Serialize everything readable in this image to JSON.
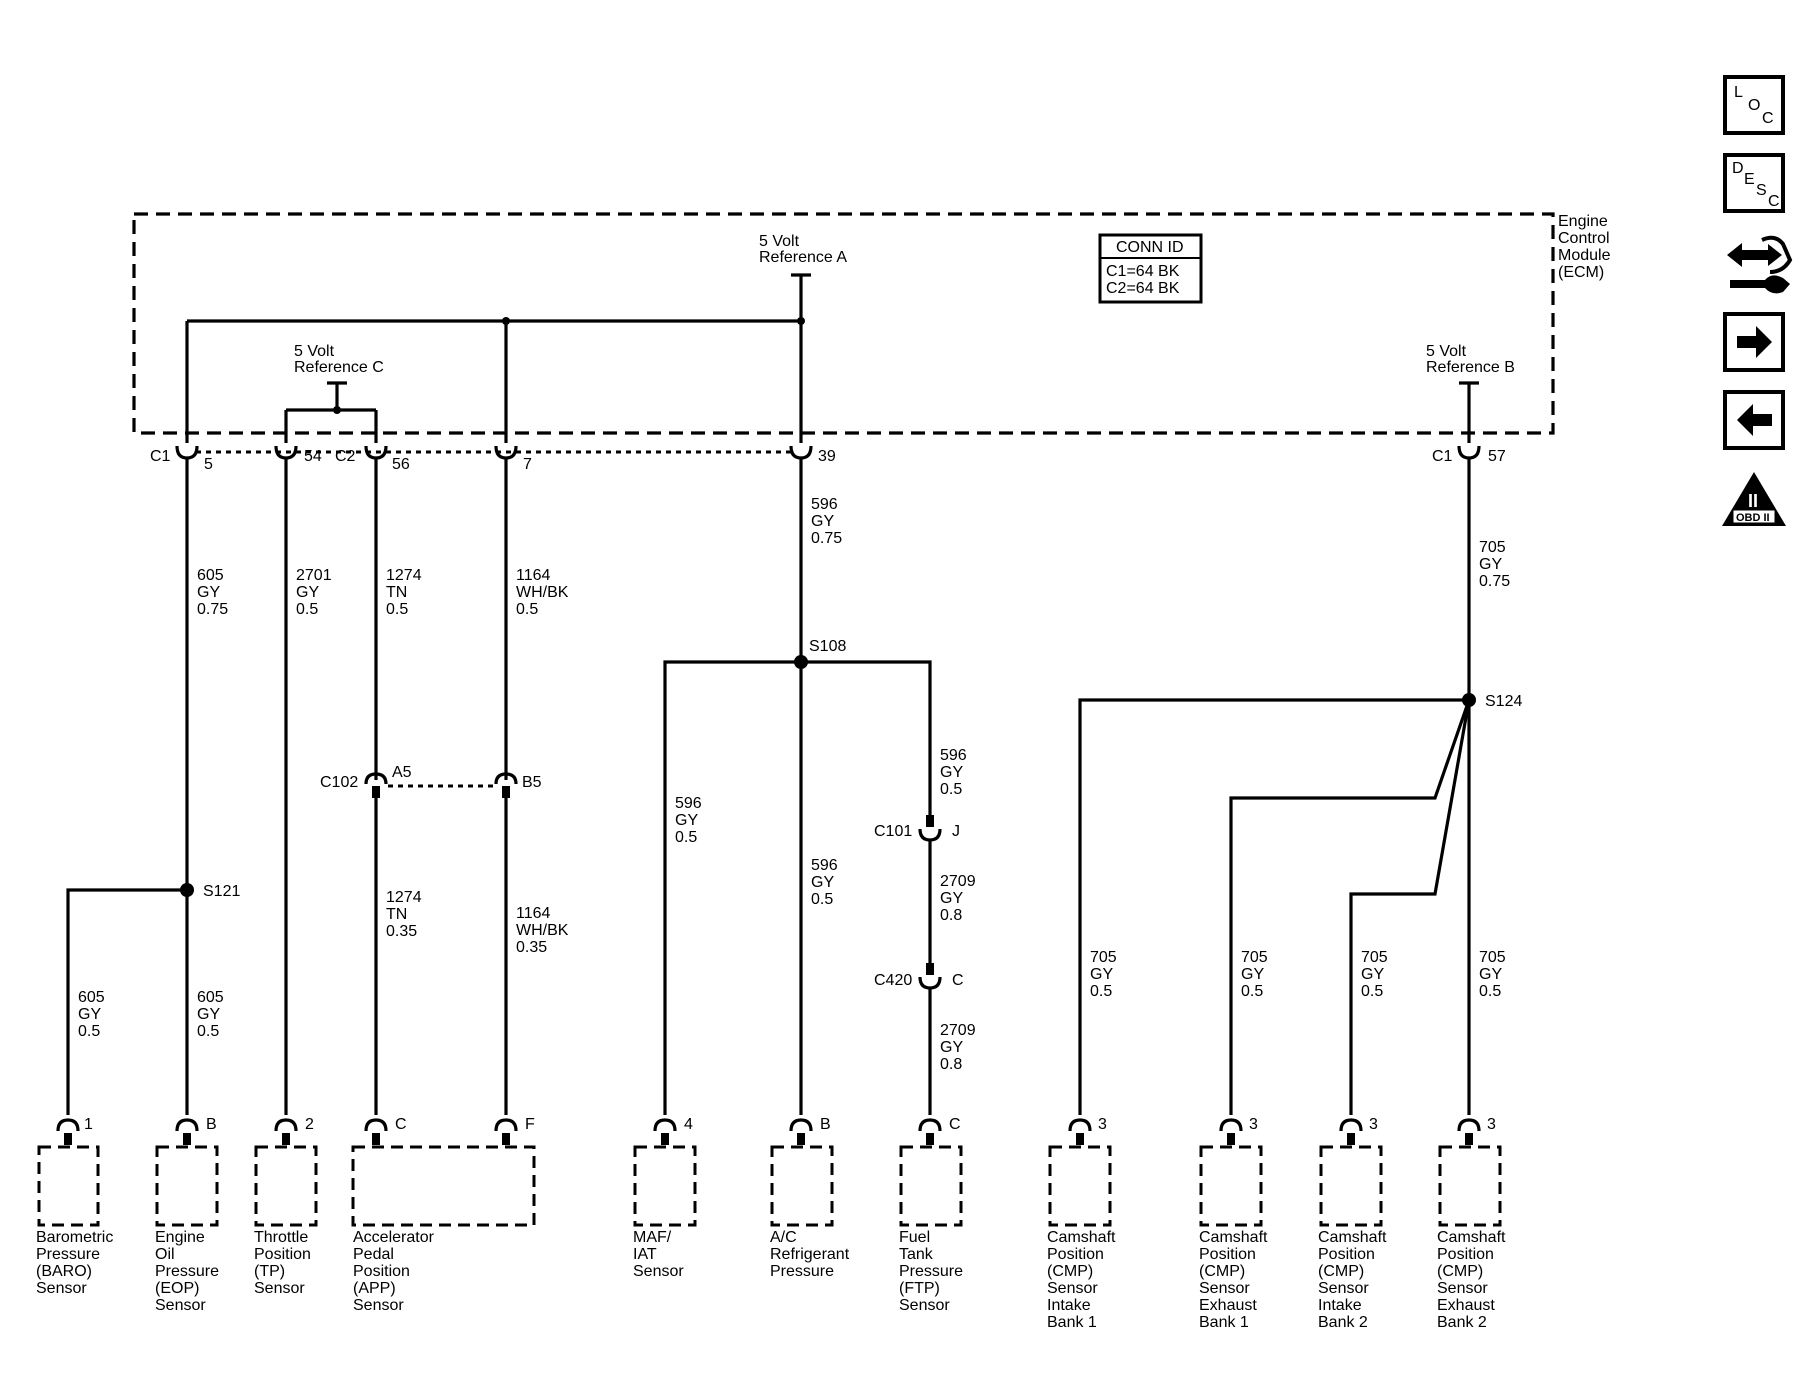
{
  "ecm": {
    "label": [
      "Engine",
      "Control",
      "Module",
      "(ECM)"
    ],
    "conn_id": {
      "title": "CONN ID",
      "lines": [
        "C1=64 BK",
        "C2=64 BK"
      ]
    },
    "ref_a": [
      "5 Volt",
      "Reference A"
    ],
    "ref_b": [
      "5 Volt",
      "Reference B"
    ],
    "ref_c": [
      "5 Volt",
      "Reference C"
    ]
  },
  "connectors": {
    "c1_left": "C1",
    "c2": "C2",
    "c1_right": "C1",
    "pins": {
      "p5": "5",
      "p54": "54",
      "p56": "56",
      "p7": "7",
      "p39": "39",
      "p57": "57"
    }
  },
  "wires": {
    "w605_top": [
      "605",
      "GY",
      "0.75"
    ],
    "w2701": [
      "2701",
      "GY",
      "0.5"
    ],
    "w1274_top": [
      "1274",
      "TN",
      "0.5"
    ],
    "w1164_top": [
      "1164",
      "WH/BK",
      "0.5"
    ],
    "w596_top": [
      "596",
      "GY",
      "0.75"
    ],
    "w705_top": [
      "705",
      "GY",
      "0.75"
    ],
    "w605_baro": [
      "605",
      "GY",
      "0.5"
    ],
    "w605_eop": [
      "605",
      "GY",
      "0.5"
    ],
    "w1274_bot": [
      "1274",
      "TN",
      "0.35"
    ],
    "w1164_bot": [
      "1164",
      "WH/BK",
      "0.35"
    ],
    "w596_maf": [
      "596",
      "GY",
      "0.5"
    ],
    "w596_ac": [
      "596",
      "GY",
      "0.5"
    ],
    "w596_ftp": [
      "596",
      "GY",
      "0.5"
    ],
    "w2709_a": [
      "2709",
      "GY",
      "0.8"
    ],
    "w2709_b": [
      "2709",
      "GY",
      "0.8"
    ],
    "w705_1": [
      "705",
      "GY",
      "0.5"
    ],
    "w705_2": [
      "705",
      "GY",
      "0.5"
    ],
    "w705_3": [
      "705",
      "GY",
      "0.5"
    ],
    "w705_4": [
      "705",
      "GY",
      "0.5"
    ]
  },
  "splices": {
    "s108": "S108",
    "s121": "S121",
    "s124": "S124"
  },
  "inline": {
    "c102": "C102",
    "c102_a": "A5",
    "c102_b": "B5",
    "c101": "C101",
    "c101_pin": "J",
    "c420": "C420",
    "c420_pin": "C"
  },
  "sensors": [
    {
      "pin": "1",
      "label": [
        "Barometric",
        "Pressure",
        "(BARO)",
        "Sensor"
      ]
    },
    {
      "pin": "B",
      "label": [
        "Engine",
        "Oil",
        "Pressure",
        "(EOP)",
        "Sensor"
      ]
    },
    {
      "pin": "2",
      "label": [
        "Throttle",
        "Position",
        "(TP)",
        "Sensor"
      ]
    },
    {
      "pin": "C",
      "pin2": "F",
      "label": [
        "Accelerator",
        "Pedal",
        "Position",
        "(APP)",
        "Sensor"
      ]
    },
    {
      "pin": "4",
      "label": [
        "MAF/",
        "IAT",
        "Sensor"
      ]
    },
    {
      "pin": "B",
      "label": [
        "A/C",
        "Refrigerant",
        "Pressure"
      ]
    },
    {
      "pin": "C",
      "label": [
        "Fuel",
        "Tank",
        "Pressure",
        "(FTP)",
        "Sensor"
      ]
    },
    {
      "pin": "3",
      "label": [
        "Camshaft",
        "Position",
        "(CMP)",
        "Sensor",
        "Intake",
        "Bank 1"
      ]
    },
    {
      "pin": "3",
      "label": [
        "Camshaft",
        "Position",
        "(CMP)",
        "Sensor",
        "Exhaust",
        "Bank 1"
      ]
    },
    {
      "pin": "3",
      "label": [
        "Camshaft",
        "Position",
        "(CMP)",
        "Sensor",
        "Intake",
        "Bank 2"
      ]
    },
    {
      "pin": "3",
      "label": [
        "Camshaft",
        "Position",
        "(CMP)",
        "Sensor",
        "Exhaust",
        "Bank 2"
      ]
    }
  ],
  "nav": {
    "loc": [
      "L",
      "O",
      "C"
    ],
    "desc": [
      "D",
      "E",
      "S",
      "C"
    ],
    "obd": [
      "II",
      "OBD II"
    ]
  }
}
